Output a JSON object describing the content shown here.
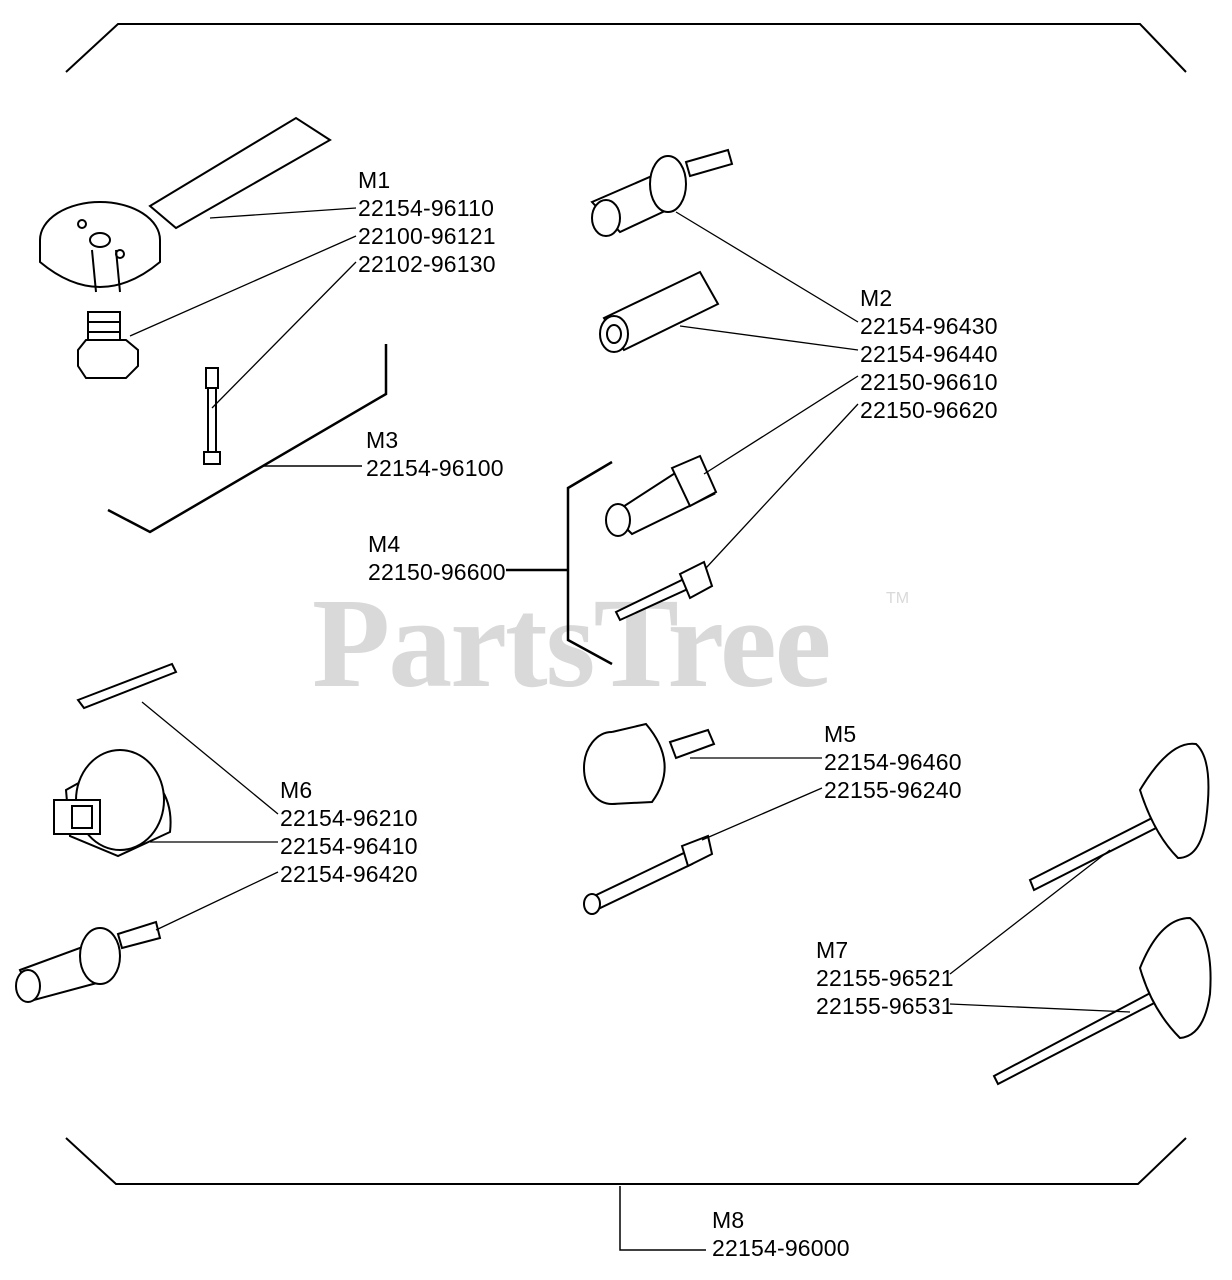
{
  "watermark": {
    "text": "PartsTree",
    "mark": "TM"
  },
  "groups": [
    {
      "id": "M1",
      "parts": [
        "22154-96110",
        "22100-96121",
        "22102-96130"
      ]
    },
    {
      "id": "M2",
      "parts": [
        "22154-96430",
        "22154-96440",
        "22150-96610",
        "22150-96620"
      ]
    },
    {
      "id": "M3",
      "parts": [
        "22154-96100"
      ]
    },
    {
      "id": "M4",
      "parts": [
        "22150-96600"
      ]
    },
    {
      "id": "M5",
      "parts": [
        "22154-96460",
        "22155-96240"
      ]
    },
    {
      "id": "M6",
      "parts": [
        "22154-96210",
        "22154-96410",
        "22154-96420"
      ]
    },
    {
      "id": "M7",
      "parts": [
        "22155-96521",
        "22155-96531"
      ]
    },
    {
      "id": "M8",
      "parts": [
        "22154-96000"
      ]
    }
  ]
}
